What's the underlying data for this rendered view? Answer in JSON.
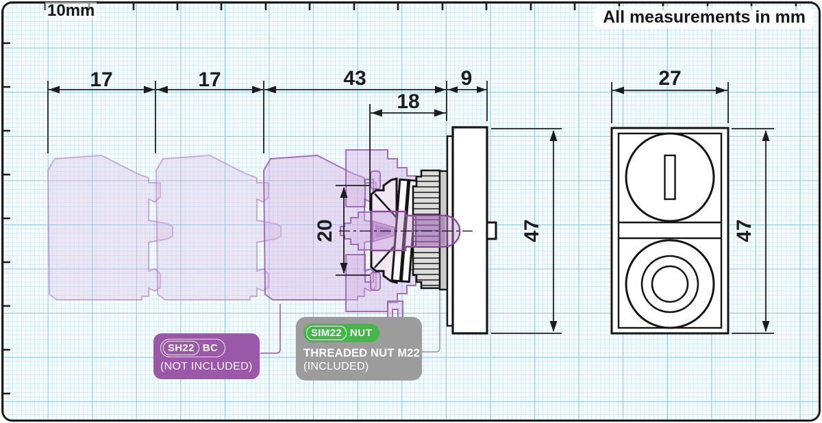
{
  "page": {
    "scale_label": "10mm",
    "units_note": "All measurements in mm"
  },
  "dimensions": {
    "block1_width": "17",
    "block2_width": "17",
    "body_length": "43",
    "panel_section": "9",
    "nut_section": "18",
    "cutout_diameter": "20",
    "side_height": "47",
    "front_width": "27",
    "front_height": "47"
  },
  "badges": {
    "contact_block": {
      "series": "SH22",
      "suffix": "BC",
      "note": "(NOT INCLUDED)",
      "color": "#9b58a8"
    },
    "nut": {
      "series": "SIM22",
      "suffix": "NUT",
      "title": "THREADED NUT M22",
      "note": "(INCLUDED)",
      "color": "#9c9c9c",
      "pill_color": "#45b649"
    }
  },
  "colors": {
    "grid_major": "#78c1e4",
    "grid_minor": "#96cdeb",
    "frame": "#1b1b1b",
    "ghost_purple": "#9b5aac",
    "line": "#141414"
  }
}
